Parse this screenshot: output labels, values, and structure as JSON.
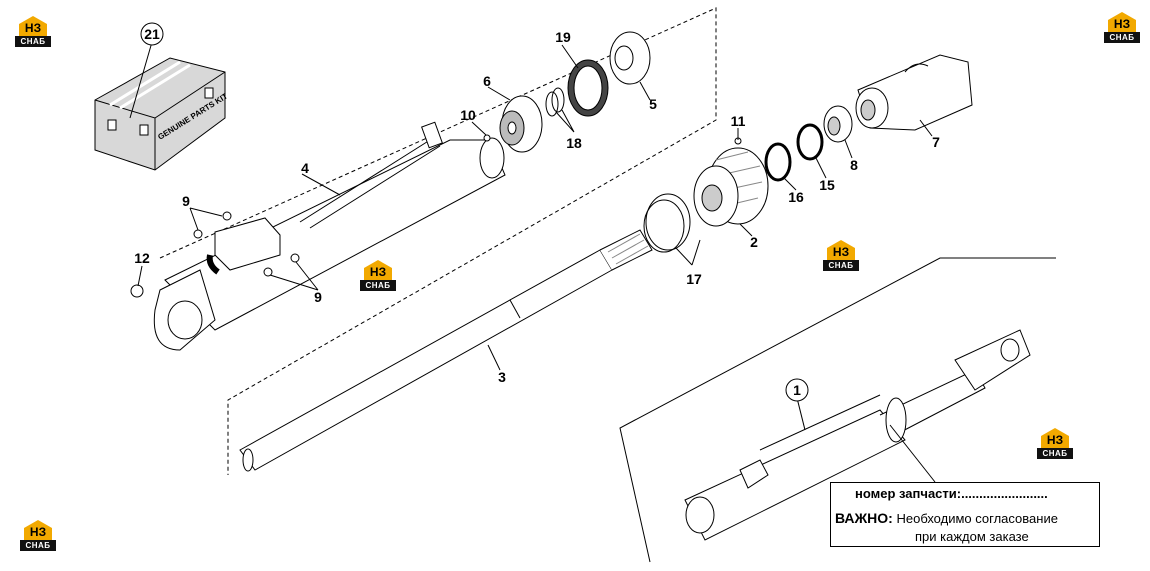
{
  "callouts": {
    "c1": "1",
    "c2": "2",
    "c3": "3",
    "c4": "4",
    "c5": "5",
    "c6": "6",
    "c7": "7",
    "c8": "8",
    "c9a": "9",
    "c9b": "9",
    "c10": "10",
    "c11": "11",
    "c12": "12",
    "c15": "15",
    "c16": "16",
    "c17": "17",
    "c18": "18",
    "c19": "19",
    "c21": "21"
  },
  "kit_box": {
    "label": "GENUINE PARTS KIT"
  },
  "logo": {
    "mark": "НЗ",
    "caption": "СНАБ",
    "colors": {
      "mark": "#f2a900",
      "band": "#111111"
    }
  },
  "note": {
    "part_number_label": "номер запчасти:........................",
    "important_label": "ВАЖНО:",
    "important_text": "Необходимо согласование",
    "important_text_2": "при каждом заказе"
  }
}
